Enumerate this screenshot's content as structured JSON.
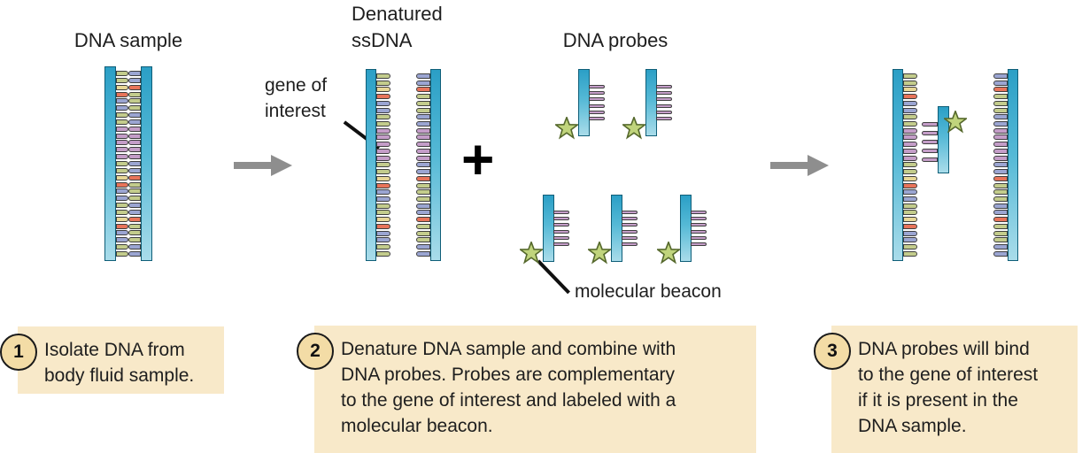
{
  "labels": {
    "dna_sample_title": "DNA sample",
    "denatured_title": "Denatured\nssDNA",
    "dna_probes_title": "DNA probes",
    "gene_of_interest_label": "gene of\ninterest",
    "molecular_beacon_label": "molecular beacon",
    "plus_sign": "+"
  },
  "captions": [
    {
      "number": "1",
      "text": "Isolate DNA from\nbody fluid sample."
    },
    {
      "number": "2",
      "text": "Denature DNA sample and combine with\nDNA probes. Probes are complementary\nto the gene of interest and labeled with a\nmolecular beacon."
    },
    {
      "number": "3",
      "text": "DNA probes will bind\nto the gene of interest\nif it is present in the\nDNA sample."
    }
  ],
  "palette": {
    "backbone_top": "#2b9fc6",
    "backbone_mid": "#55b9d6",
    "backbone_bottom": "#a9dcea",
    "backbone_outline": "#0f5e78",
    "rung_outline": "#3f3f3f",
    "rung_colors": {
      "green": "#c3cc8c",
      "lavender": "#9ba5d2",
      "yellow": "#e7d796",
      "salmon": "#e8745a",
      "mauve": "#c49dc8"
    },
    "star_fill": "#c0d47c",
    "star_outline": "#55682c",
    "arrow": "#8e8e8e",
    "caption_box_bg": "#f8e9c9",
    "caption_circle_bg": "#f3dca6",
    "text": "#1e1e1e"
  },
  "strands": {
    "sample_left": [
      "green",
      "green",
      "yellow",
      "salmon",
      "lavender",
      "lavender",
      "green",
      "green",
      "mauve",
      "mauve",
      "mauve",
      "mauve",
      "mauve",
      "green",
      "green",
      "yellow",
      "salmon",
      "lavender",
      "lavender",
      "green",
      "green",
      "yellow",
      "salmon",
      "lavender",
      "lavender",
      "green",
      "green"
    ],
    "sample_right": [
      "lavender",
      "lavender",
      "salmon",
      "green",
      "green",
      "green",
      "lavender",
      "lavender",
      "mauve",
      "mauve",
      "mauve",
      "mauve",
      "mauve",
      "lavender",
      "lavender",
      "salmon",
      "green",
      "green",
      "green",
      "lavender",
      "lavender",
      "salmon",
      "green",
      "green",
      "green",
      "lavender",
      "lavender"
    ],
    "probe_rung_color": "mauve",
    "gene_of_interest_rows": [
      8,
      12
    ]
  }
}
